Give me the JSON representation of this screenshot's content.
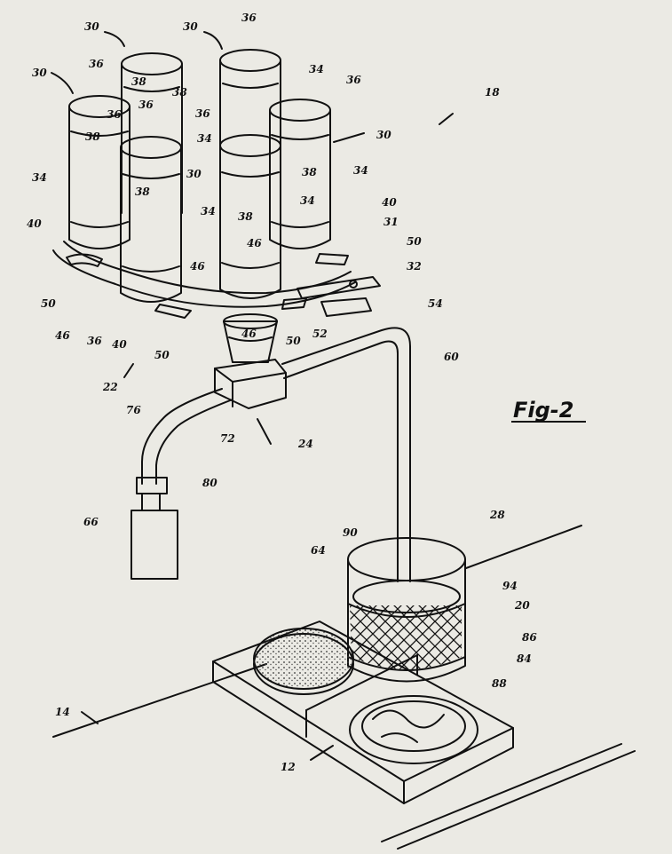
{
  "figure_title": "Fig-2",
  "labels": [
    {
      "id": "n30a",
      "text": "30"
    },
    {
      "id": "n30b",
      "text": "30"
    },
    {
      "id": "n30c",
      "text": "30"
    },
    {
      "id": "n30d",
      "text": "30"
    },
    {
      "id": "n30e",
      "text": "30"
    },
    {
      "id": "n36a",
      "text": "36"
    },
    {
      "id": "n36b",
      "text": "36"
    },
    {
      "id": "n36c",
      "text": "36"
    },
    {
      "id": "n36d",
      "text": "36"
    },
    {
      "id": "n36e",
      "text": "36"
    },
    {
      "id": "n36f",
      "text": "36"
    },
    {
      "id": "n38a",
      "text": "38"
    },
    {
      "id": "n38b",
      "text": "38"
    },
    {
      "id": "n38c",
      "text": "38"
    },
    {
      "id": "n38d",
      "text": "38"
    },
    {
      "id": "n38e",
      "text": "38"
    },
    {
      "id": "n38f",
      "text": "38"
    },
    {
      "id": "n34a",
      "text": "34"
    },
    {
      "id": "n34b",
      "text": "34"
    },
    {
      "id": "n34c",
      "text": "34"
    },
    {
      "id": "n34d",
      "text": "34"
    },
    {
      "id": "n34e",
      "text": "34"
    },
    {
      "id": "n34f",
      "text": "34"
    },
    {
      "id": "n18",
      "text": "18"
    },
    {
      "id": "n40a",
      "text": "40"
    },
    {
      "id": "n40b",
      "text": "40"
    },
    {
      "id": "n40c",
      "text": "40"
    },
    {
      "id": "n31",
      "text": "31"
    },
    {
      "id": "n46a",
      "text": "46"
    },
    {
      "id": "n46b",
      "text": "46"
    },
    {
      "id": "n46c",
      "text": "46"
    },
    {
      "id": "n46d",
      "text": "46"
    },
    {
      "id": "n50a",
      "text": "50"
    },
    {
      "id": "n50b",
      "text": "50"
    },
    {
      "id": "n50c",
      "text": "50"
    },
    {
      "id": "n50d",
      "text": "50"
    },
    {
      "id": "n32",
      "text": "32"
    },
    {
      "id": "n36g",
      "text": "36"
    },
    {
      "id": "n52",
      "text": "52"
    },
    {
      "id": "n54",
      "text": "54"
    },
    {
      "id": "n22",
      "text": "22"
    },
    {
      "id": "n60",
      "text": "60"
    },
    {
      "id": "n76",
      "text": "76"
    },
    {
      "id": "n72",
      "text": "72"
    },
    {
      "id": "n24",
      "text": "24"
    },
    {
      "id": "n80",
      "text": "80"
    },
    {
      "id": "n66",
      "text": "66"
    },
    {
      "id": "n28",
      "text": "28"
    },
    {
      "id": "n90",
      "text": "90"
    },
    {
      "id": "n64",
      "text": "64"
    },
    {
      "id": "n94",
      "text": "94"
    },
    {
      "id": "n20",
      "text": "20"
    },
    {
      "id": "n86",
      "text": "86"
    },
    {
      "id": "n84",
      "text": "84"
    },
    {
      "id": "n88",
      "text": "88"
    },
    {
      "id": "n14",
      "text": "14"
    },
    {
      "id": "n12",
      "text": "12"
    }
  ]
}
